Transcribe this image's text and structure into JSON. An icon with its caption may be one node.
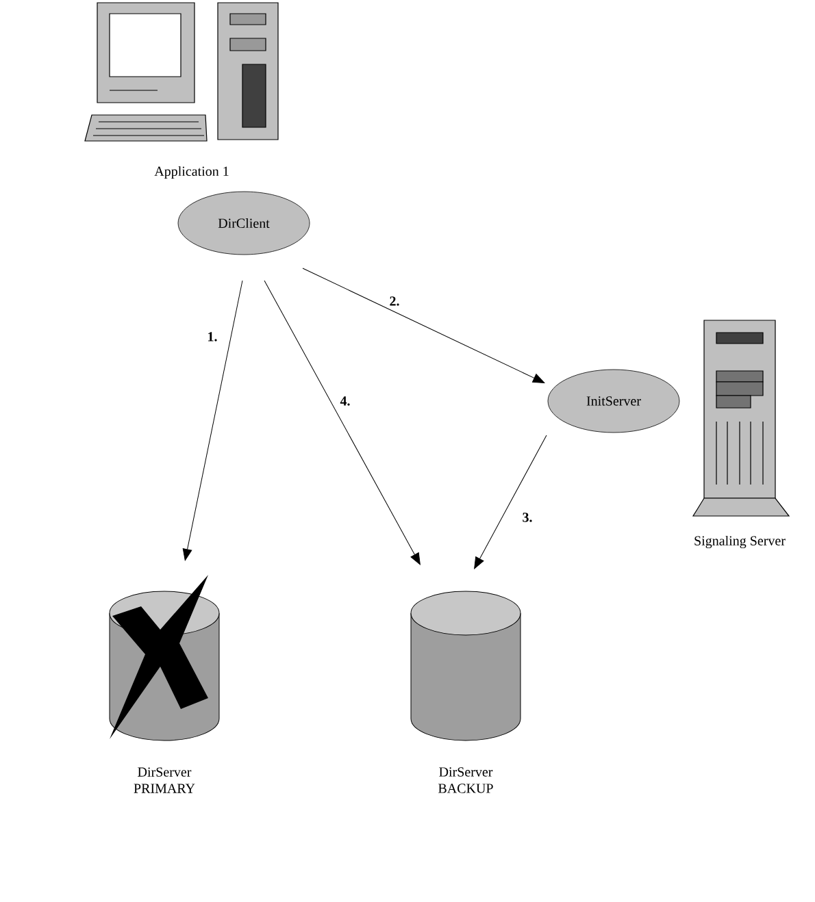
{
  "diagram": {
    "nodes": [
      {
        "text": [
          "DirClient"
        ]
      },
      {
        "text": [
          "InitServer"
        ]
      },
      {
        "text": [
          "DirServer PRIMARY"
        ]
      },
      {
        "text": [
          "DirServer BACKUP"
        ]
      }
    ],
    "edges": [
      {
        "from": 0,
        "to": 2,
        "arrow": "to",
        "label": "1."
      },
      {
        "from": 0,
        "to": 1,
        "arrow": "to",
        "label": "2."
      },
      {
        "from": 1,
        "to": 3,
        "arrow": "to",
        "label": "3."
      },
      {
        "from": 0,
        "to": 3,
        "arrow": "to",
        "label": "4."
      }
    ],
    "labels": [
      "Application 1",
      "Signaling Server"
    ]
  }
}
